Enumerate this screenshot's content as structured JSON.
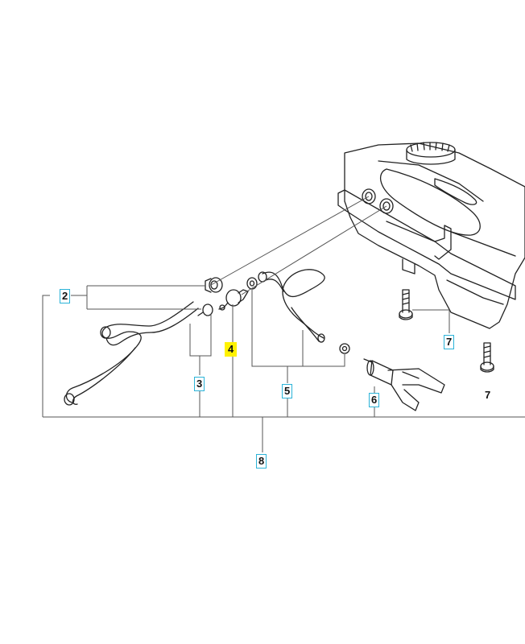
{
  "callouts": [
    {
      "id": "2",
      "label": "2",
      "style": "boxed"
    },
    {
      "id": "3",
      "label": "3",
      "style": "boxed"
    },
    {
      "id": "4",
      "label": "4",
      "style": "highlight"
    },
    {
      "id": "5",
      "label": "5",
      "style": "boxed"
    },
    {
      "id": "6",
      "label": "6",
      "style": "boxed"
    },
    {
      "id": "7a",
      "label": "7",
      "style": "boxed"
    },
    {
      "id": "7b",
      "label": "7",
      "style": "plain"
    },
    {
      "id": "8",
      "label": "8",
      "style": "boxed"
    }
  ],
  "colors": {
    "line": "#222222",
    "leader": "#555555",
    "callout_border": "#2bb3d8",
    "highlight": "#fff200"
  }
}
